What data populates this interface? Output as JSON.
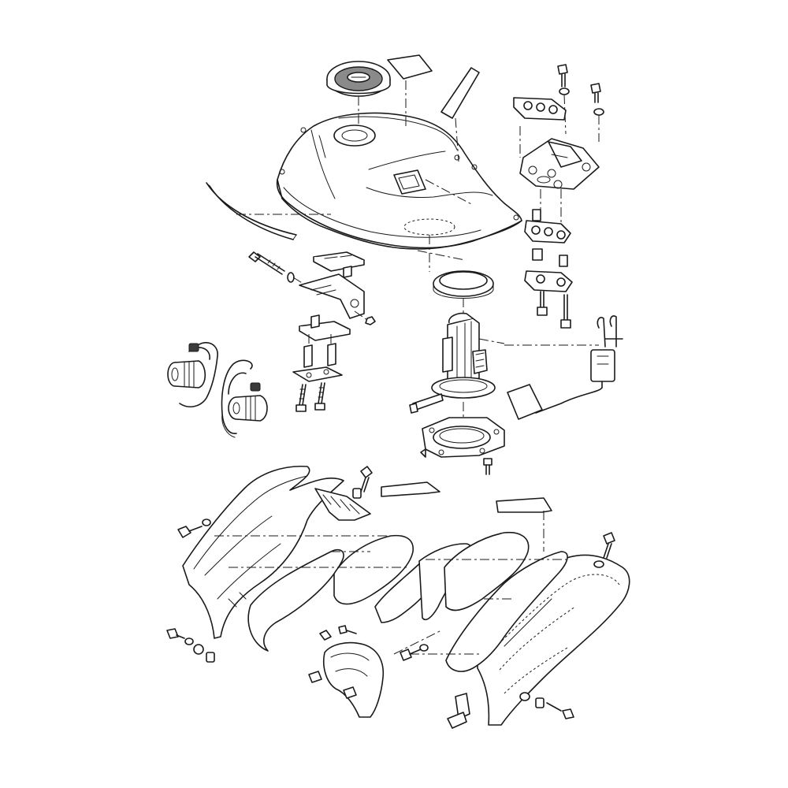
{
  "diagram": {
    "kind": "exploded parts view",
    "line_color": "#1a1a1a",
    "background": "#ffffff",
    "groups": [
      "fuel-tank",
      "fuel-cap-seal",
      "tank-mounting-bracket",
      "tank-rear-bracket",
      "fuel-pump-assembly",
      "fuel-level-sender",
      "hose-clamps",
      "side-shrouds-left",
      "side-shrouds-right",
      "air-duct-cover"
    ]
  }
}
